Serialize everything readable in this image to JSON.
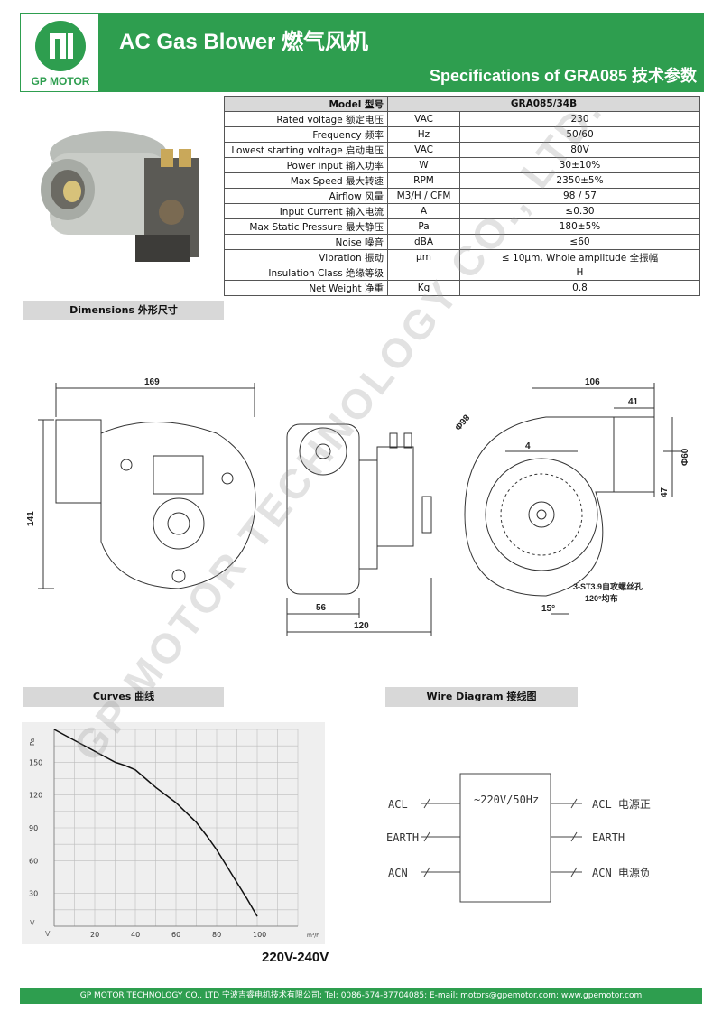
{
  "header": {
    "logo_text": "GP MOTOR",
    "title": "AC Gas Blower 燃气风机",
    "spec_line": "Specifications of  GRA085 技术参数",
    "brand_color": "#2e9e4f"
  },
  "spec_table": {
    "header": {
      "label": "Model 型号",
      "value": "GRA085/34B"
    },
    "rows": [
      {
        "label": "Rated voltage 额定电压",
        "unit": "VAC",
        "value": "230"
      },
      {
        "label": "Frequency 频率",
        "unit": "Hz",
        "value": "50/60"
      },
      {
        "label": "Lowest starting voltage 启动电压",
        "unit": "VAC",
        "value": "80V"
      },
      {
        "label": "Power input 输入功率",
        "unit": "W",
        "value": "30±10%"
      },
      {
        "label": "Max Speed 最大转速",
        "unit": "RPM",
        "value": "2350±5%"
      },
      {
        "label": "Airflow 风量",
        "unit": "M3/H / CFM",
        "value": "98 / 57"
      },
      {
        "label": "Input Current 输入电流",
        "unit": "A",
        "value": "≤0.30"
      },
      {
        "label": "Max Static Pressure 最大静压",
        "unit": "Pa",
        "value": "180±5%"
      },
      {
        "label": "Noise 噪音",
        "unit": "dBA",
        "value": "≤60"
      },
      {
        "label": "Vibration 振动",
        "unit": "μm",
        "value": "≤ 10μm, Whole amplitude 全振幅"
      },
      {
        "label": "Insulation Class 绝缘等级",
        "unit": "",
        "value": "H"
      },
      {
        "label": "Net Weight 净重",
        "unit": "Kg",
        "value": "0.8"
      }
    ]
  },
  "sections": {
    "dimensions": "Dimensions 外形尺寸",
    "curves": "Curves 曲线",
    "wire": "Wire Diagram 接线图"
  },
  "dimensions": {
    "d169": "169",
    "d141": "141",
    "d56": "56",
    "d120": "120",
    "d106": "106",
    "d41": "41",
    "d47": "47",
    "phi60": "Φ60",
    "phi98": "Φ98",
    "d4": "4",
    "d15": "15°",
    "screw_note": "3-ST3.9自攻螺丝孔",
    "screw_note2": "120°均布"
  },
  "chart_data": {
    "type": "line",
    "title": "",
    "xlabel": "m³/h",
    "ylabel": "Pa",
    "xlim": [
      0,
      120
    ],
    "ylim": [
      0,
      180
    ],
    "x_ticks": [
      20,
      40,
      60,
      80,
      100
    ],
    "y_ticks": [
      30,
      60,
      90,
      120,
      150
    ],
    "grid": true,
    "series": [
      {
        "x": [
          0,
          10,
          20,
          30,
          35,
          40,
          45,
          50,
          60,
          70,
          75,
          80,
          85,
          90,
          95,
          100
        ],
        "y": [
          180,
          170,
          160,
          150,
          147,
          143,
          135,
          127,
          113,
          95,
          83,
          70,
          55,
          40,
          25,
          9
        ]
      }
    ],
    "x_axis_label_prefix": "V",
    "y_axis_label_prefix": "V"
  },
  "curve_caption": "220V-240V",
  "wire_diagram": {
    "box_label": "~220V/50Hz",
    "left": [
      "ACL",
      "EARTH",
      "ACN"
    ],
    "right": [
      "ACL  电源正",
      "EARTH",
      "ACN  电源负"
    ]
  },
  "watermark": "GP MOTOR TECHNOLOGY CO., LTD.",
  "footer": "GP MOTOR TECHNOLOGY CO., LTD 宁波吉睿电机技术有限公司; Tel: 0086-574-87704085; E-mail: motors@gpemotor.com; www.gpemotor.com"
}
